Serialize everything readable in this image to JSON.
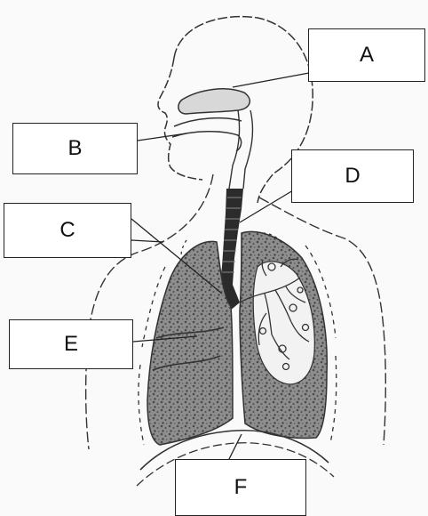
{
  "diagram": {
    "labels": {
      "a": "A",
      "b": "B",
      "c": "C",
      "d": "D",
      "e": "E",
      "f": "F"
    },
    "colors": {
      "outline": "#333333",
      "lung_fill": "#8a8a8a",
      "lung_texture": "#4a4a4a",
      "trachea": "#2b2b2b",
      "box_border": "#222222",
      "background": "#fafafa"
    }
  }
}
